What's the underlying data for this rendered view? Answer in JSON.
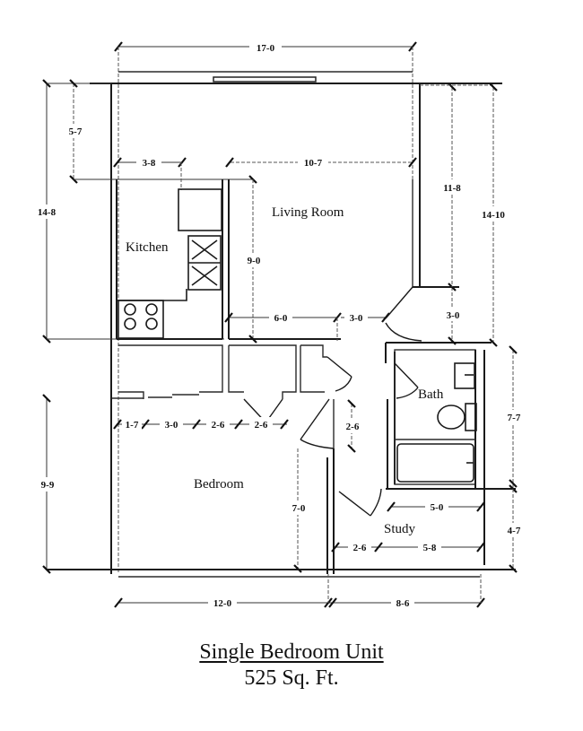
{
  "plan": {
    "rooms": {
      "living_room": "Living Room",
      "kitchen": "Kitchen",
      "bedroom": "Bedroom",
      "bath": "Bath",
      "study": "Study"
    },
    "dimensions": {
      "overall_width": "17-0",
      "left_total_height": "14-8",
      "top_offset": "5-7",
      "kitchen_width": "3-8",
      "living_width": "10-7",
      "living_height": "9-0",
      "right_height_inner": "11-8",
      "right_height_outer": "14-10",
      "hall_width": "6-0",
      "entry_door": "3-0",
      "entry_closet": "3-0",
      "closet_1": "1-7",
      "closet_2": "3-0",
      "closet_3": "2-6",
      "bedroom_door": "2-6",
      "hall_door": "2-6",
      "bath_height": "7-7",
      "bedroom_height": "9-9",
      "bedroom_depth": "7-0",
      "study_width_inner": "5-0",
      "study_height": "4-7",
      "study_door": "2-6",
      "study_width": "5-8",
      "bedroom_width": "12-0",
      "study_total_width": "8-6"
    }
  },
  "caption": {
    "title": "Single Bedroom Unit",
    "area": "525 Sq. Ft."
  }
}
